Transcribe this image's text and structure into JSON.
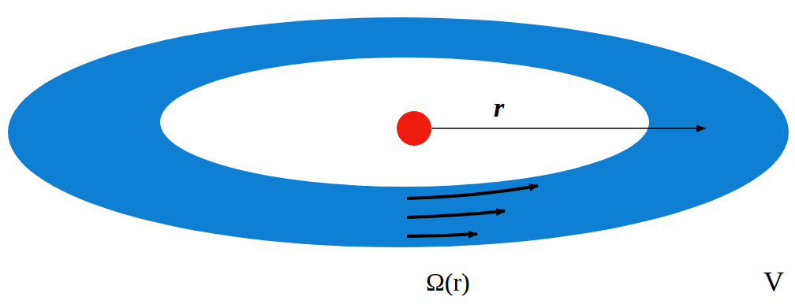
{
  "diagram": {
    "labels": [
      "r",
      "Ω(r)",
      "V"
    ]
  }
}
